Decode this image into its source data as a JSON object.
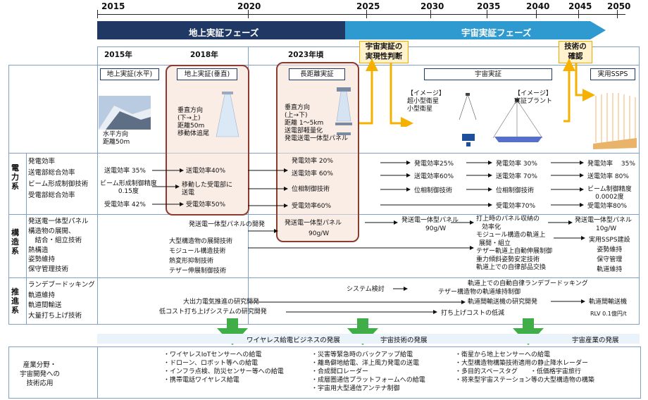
{
  "timeline": {
    "years": [
      "2015",
      "2020",
      "2025",
      "2030",
      "2035",
      "2040",
      "2045",
      "2050"
    ],
    "phase_ground": "地上実証フェーズ",
    "phase_space": "宇宙実証フェーズ"
  },
  "milestones": {
    "m2015": "2015年",
    "m2018": "2018年",
    "m2023": "2023年頃"
  },
  "decisions": {
    "feasibility": [
      "宇宙実証の",
      "実現性判断"
    ],
    "confirm": [
      "技術の",
      "確認"
    ]
  },
  "demos": {
    "ground_horizontal": "地上実証(水平)",
    "ground_vertical": "地上実証(垂直)",
    "long_distance": "長距離実証",
    "space_demo": "宇宙実証",
    "practical": "実用SSPS"
  },
  "demo_notes": {
    "horizontal": [
      "水平方向",
      "距離50m"
    ],
    "vertical": [
      "垂直方向",
      "(下→上)",
      "距離50m",
      "移動体追尾"
    ],
    "long": [
      "垂直方向",
      "(上→下)",
      "距離 1～5km",
      "送電部軽量化",
      "発電送電一体型パネル"
    ],
    "image1": [
      "【イメージ】",
      "超小型衛星",
      "小型衛星"
    ],
    "image2": [
      "【イメージ】",
      "実証プラント"
    ]
  },
  "categories": {
    "power": {
      "label": [
        "電",
        "力",
        "系"
      ],
      "items": [
        "発電効率",
        "送電部総合効率",
        "ビーム形成制御技術",
        "受電部総合効率"
      ]
    },
    "structure": {
      "label": [
        "構",
        "造",
        "系"
      ],
      "items": [
        "発送電一体型パネル",
        "構造物の展開、",
        "　結合・組立技術",
        "熱構造",
        "姿勢維持",
        "保守管理技術"
      ]
    },
    "propulsion": {
      "label": [
        "推",
        "進",
        "系"
      ],
      "items": [
        "ランデブードッキング",
        "軌道維持",
        "軌道間輸送",
        "大量打ち上げ技術"
      ]
    },
    "application": [
      "産業分野・",
      "宇宙開発への",
      "技術応用"
    ]
  },
  "power_rows": {
    "col2015": [
      "送電効率 35%",
      "ビーム形成制御精度",
      "0.15度",
      "受電効率 42%"
    ],
    "col2018": [
      "送電効率40%",
      "移動した受電部に",
      "送電",
      "受電効率50%"
    ],
    "col2023": [
      "発電効率 20%",
      "送電効率 60%",
      "位相制御技術",
      "受電効率60%"
    ],
    "col2030": [
      "発電効率25%",
      "送電効率60%",
      "位相制御技術"
    ],
    "col2040": [
      "発電効率 30%",
      "送電効率 70%",
      "位相制御技術",
      "受電効率70%"
    ],
    "col2050": [
      "発電効率　 35%",
      "送電効率 80%",
      "ビーム制御精度",
      "0.0002度",
      "受電効率80%"
    ]
  },
  "structure_rows": {
    "panel_dev": "発送電一体型パネルの開発",
    "panel_2023": "発送電一体型パネル",
    "panel_2023_w": "90g/W",
    "panel_2030": "発送電一体型パネル",
    "panel_2030_w": "90g/W",
    "left_list": [
      "大型構造物の展開技術",
      "モジュール構造技術",
      "熱変形抑制技術",
      "テザー伸展制御技術"
    ],
    "right_list": [
      "打上時のパネル収納の",
      "効率化",
      "モジュール構造の軌道上",
      "展開・組立",
      "テザー軌道上自動伸展制御",
      "重力傾斜姿勢安定技術",
      "軌道上での自律部品交換"
    ],
    "panel_2050": "発送電一体型パネル",
    "panel_2050_w": "10g/W",
    "final_list": [
      "実用SSPS建設",
      "姿勢維持",
      "保守管理",
      "軌道維持"
    ]
  },
  "propulsion_rows": {
    "system_study": "システム検討",
    "rendezvous": "軌道上での自動自律ランデブードッキング",
    "tether_orbit": "テザー構造物の軌道維持制御",
    "transfer_dev": "軌道間輸送機の研究開発",
    "transfer_final": "軌道間輸送機",
    "rlv": "RLV 0.1億円/t",
    "electric_prop": "大出力電気推進の研究開発",
    "low_cost_launch": "低コスト打ち上げシステムの研究開発",
    "launch_cost": "打ち上げコストの低減"
  },
  "business_band": {
    "wireless": "ワイヤレス給電ビジネスの発展",
    "space_tech": "宇宙技術の発展",
    "space_industry": "宇宙産業の発展"
  },
  "applications": {
    "col1": [
      "・ワイヤレスIoTセンサーへの給電",
      "・ドローン、ロボット等への給電",
      "・インフラ点検、防災センサー等への給電",
      "・携帯電話ワイヤレス給電"
    ],
    "col2": [
      "・災害等緊急時のバックアップ給電",
      "・離島僻地給電、洋上風力発電の送電",
      "・合成開口レーダー",
      "・成層圏通信プラットフォームへの給電",
      "・宇宙用大型通信アンテナ制御"
    ],
    "col3": [
      "・衛星から地上センサーへの給電",
      "・大型構造物構築技術適用の静止降水レーダー",
      "・多目的スペースタグ　　・低価格宇宙旅行",
      "・将来型宇宙ステーション等の大型構造物の構築"
    ]
  },
  "colors": {
    "phase_ground": "#1f3864",
    "phase_space": "#2e9ad0",
    "decision_fill": "#fff2cc",
    "decision_arrow": "#f5b000",
    "highlight_border": "#8b3b30",
    "green_arrow": "#3fae49"
  }
}
